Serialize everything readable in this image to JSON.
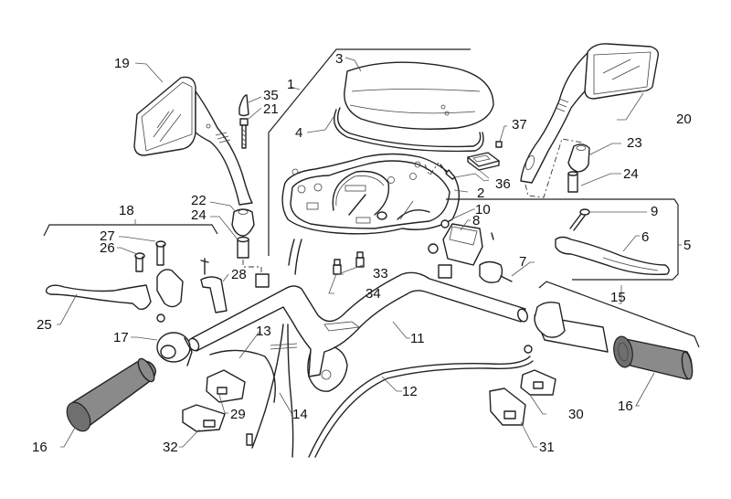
{
  "diagram": {
    "title": "Handlebar and instrument cluster exploded parts view",
    "parts": [
      {
        "id": "1",
        "name": "instrument-cluster-assembly"
      },
      {
        "id": "2",
        "name": "screw"
      },
      {
        "id": "3",
        "name": "instrument-cover-lens"
      },
      {
        "id": "4",
        "name": "gasket"
      },
      {
        "id": "5",
        "name": "brake-master-cylinder-assembly"
      },
      {
        "id": "6",
        "name": "right-brake-lever"
      },
      {
        "id": "7",
        "name": "stop-switch"
      },
      {
        "id": "8",
        "name": "master-cylinder"
      },
      {
        "id": "9",
        "name": "lever-pin"
      },
      {
        "id": "10",
        "name": "nut"
      },
      {
        "id": "11",
        "name": "handlebar"
      },
      {
        "id": "12",
        "name": "brake-hose"
      },
      {
        "id": "13",
        "name": "throttle-cable"
      },
      {
        "id": "14",
        "name": "speedometer-cable"
      },
      {
        "id": "15",
        "name": "throttle-grip-assembly"
      },
      {
        "id": "16",
        "name": "grip"
      },
      {
        "id": "17",
        "name": "switch-housing"
      },
      {
        "id": "18",
        "name": "left-lever-assembly"
      },
      {
        "id": "19",
        "name": "left-mirror"
      },
      {
        "id": "20",
        "name": "right-mirror"
      },
      {
        "id": "21",
        "name": "screw"
      },
      {
        "id": "22",
        "name": "mirror-mount-cover"
      },
      {
        "id": "23",
        "name": "mirror-mount-cover"
      },
      {
        "id": "24",
        "name": "bushing"
      },
      {
        "id": "25",
        "name": "left-lever"
      },
      {
        "id": "26",
        "name": "pin"
      },
      {
        "id": "27",
        "name": "screw"
      },
      {
        "id": "28",
        "name": "clamp"
      },
      {
        "id": "29",
        "name": "switch"
      },
      {
        "id": "30",
        "name": "switch"
      },
      {
        "id": "31",
        "name": "switch"
      },
      {
        "id": "32",
        "name": "switch"
      },
      {
        "id": "33",
        "name": "bulb"
      },
      {
        "id": "34",
        "name": "bulb"
      },
      {
        "id": "35",
        "name": "cap"
      },
      {
        "id": "36",
        "name": "lcd-display"
      },
      {
        "id": "37",
        "name": "plug"
      }
    ],
    "labels": {
      "l1": "1",
      "l2": "2",
      "l3": "3",
      "l4": "4",
      "l5": "5",
      "l6": "6",
      "l7": "7",
      "l8": "8",
      "l9": "9",
      "l10": "10",
      "l11": "11",
      "l12": "12",
      "l13": "13",
      "l14": "14",
      "l15": "15",
      "l16a": "16",
      "l16b": "16",
      "l17": "17",
      "l18": "18",
      "l19": "19",
      "l20": "20",
      "l21": "21",
      "l22": "22",
      "l23": "23",
      "l24a": "24",
      "l24b": "24",
      "l25": "25",
      "l26": "26",
      "l27": "27",
      "l28": "28",
      "l29": "29",
      "l30": "30",
      "l31": "31",
      "l32": "32",
      "l33": "33",
      "l34": "34",
      "l35": "35",
      "l36": "36",
      "l37": "37"
    }
  }
}
